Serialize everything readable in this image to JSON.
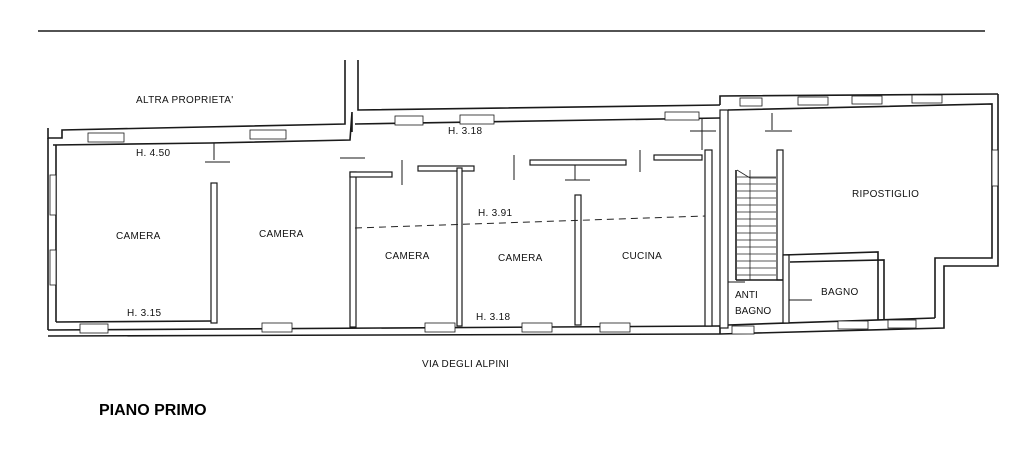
{
  "title": "PIANO PRIMO",
  "labels": {
    "neighbor": "ALTRA PROPRIETA'",
    "street": "VIA DEGLI ALPINI",
    "rooms": {
      "camera_1": "CAMERA",
      "camera_2": "CAMERA",
      "camera_3": "CAMERA",
      "camera_4": "CAMERA",
      "cucina": "CUCINA",
      "ripostiglio": "RIPOSTIGLIO",
      "bagno": "BAGNO",
      "antibagno_line1": "ANTI",
      "antibagno_line2": "BAGNO"
    },
    "heights": {
      "h_450": "H. 4.50",
      "h_318_top": "H. 3.18",
      "h_391": "H. 3.91",
      "h_315": "H. 3.15",
      "h_318_bottom": "H. 3.18"
    }
  },
  "colors": {
    "line": "#1a1a1a",
    "background": "#ffffff"
  }
}
